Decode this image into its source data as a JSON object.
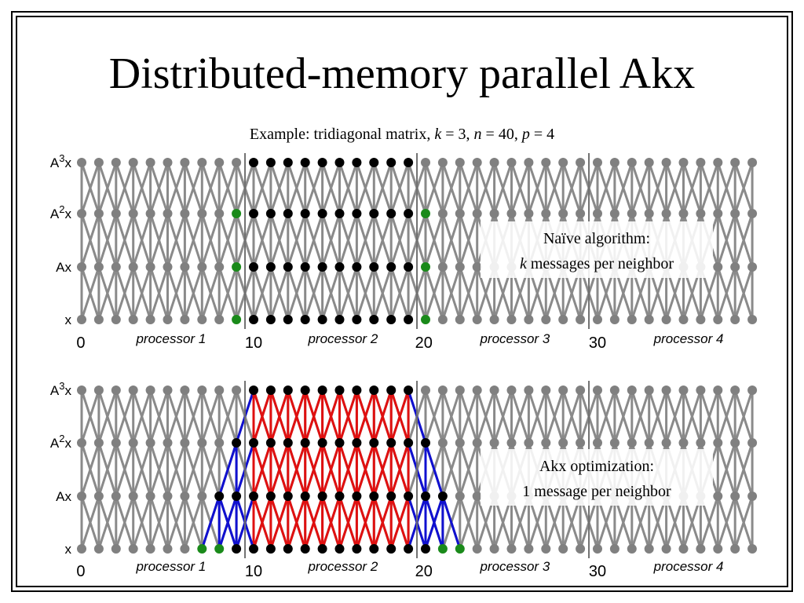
{
  "title": "Distributed-memory parallel Akx",
  "subtitle": {
    "prefix": "Example: tridiagonal matrix, ",
    "k_var": "k",
    "k_val": " = 3, ",
    "n_var": "n",
    "n_val": " = 40, ",
    "p_var": "p",
    "p_val": " = 4"
  },
  "row_labels": [
    {
      "base": "A",
      "sup": "3",
      "suffix": "x"
    },
    {
      "base": "A",
      "sup": "2",
      "suffix": "x"
    },
    {
      "base": "Ax",
      "sup": "",
      "suffix": ""
    },
    {
      "base": "x",
      "sup": "",
      "suffix": ""
    }
  ],
  "axis_numbers": [
    "0",
    "10",
    "20",
    "30"
  ],
  "processor_labels": [
    "processor 1",
    "processor 2",
    "processor 3",
    "processor 4"
  ],
  "panels": [
    {
      "note_line1": "Naïve algorithm:",
      "note_line2_var": "k",
      "note_line2_rest": " messages per neighbor",
      "black_nodes": {
        "rows": [
          0,
          1,
          2,
          3
        ],
        "from": 10,
        "to": 19
      },
      "green_nodes": [
        [
          1,
          9
        ],
        [
          2,
          9
        ],
        [
          3,
          9
        ],
        [
          1,
          20
        ],
        [
          2,
          20
        ],
        [
          3,
          20
        ]
      ],
      "red_edges": false
    },
    {
      "note_line1": "Akx optimization:",
      "note_line2_var": "",
      "note_line2_rest": "1 message per neighbor",
      "black_nodes": {
        "rows": [
          0,
          1,
          2,
          3
        ],
        "from": 10,
        "to": 19
      },
      "extra_black_nodes": [
        [
          1,
          9
        ],
        [
          2,
          9
        ],
        [
          2,
          8
        ],
        [
          3,
          9
        ],
        [
          1,
          20
        ],
        [
          2,
          20
        ],
        [
          2,
          21
        ],
        [
          3,
          20
        ]
      ],
      "green_nodes": [
        [
          3,
          7
        ],
        [
          3,
          8
        ],
        [
          3,
          21
        ],
        [
          3,
          22
        ]
      ],
      "red_edges": true
    }
  ],
  "colors": {
    "grid": "#8a8a8a",
    "node": "#808080",
    "owned": "#000000",
    "ghost": "#1a8a1a",
    "local_edge": "#e01010",
    "ghost_edge": "#1010d0",
    "divider": "#707070"
  },
  "n": 40,
  "k": 3,
  "p": 4
}
